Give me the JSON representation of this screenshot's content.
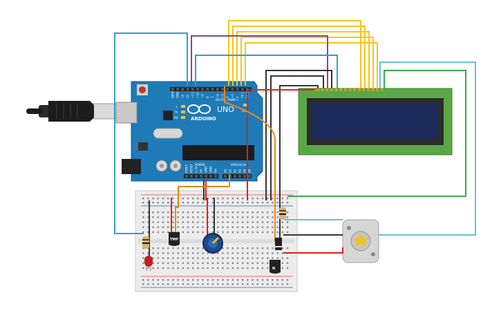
{
  "board": {
    "model": "UNO",
    "brand": "ARDUINO",
    "digital_header": "DIGITAL (PWM~)",
    "power_header": "POWER",
    "analog_header": "ANALOG IN",
    "digital_pins": [
      "AREF",
      "GND",
      "13",
      "12",
      "~11",
      "~10",
      "~9",
      "8",
      "7",
      "~6",
      "~5",
      "4",
      "~3",
      "2",
      "TX 1",
      "RX 0"
    ],
    "power_pins": [
      "IOREF",
      "RESET",
      "3.3V",
      "5V",
      "GND",
      "GND",
      "Vin"
    ],
    "analog_pins": [
      "A0",
      "A1",
      "A2",
      "A3",
      "A4",
      "A5"
    ],
    "led_labels": [
      "L",
      "TX",
      "RX"
    ],
    "on_label": "ON"
  },
  "components": {
    "temp_sensor_label": "TMP",
    "transistor_label": "N"
  },
  "colors": {
    "board": "#1f7ab8",
    "breadboard": "#ececec",
    "lcd_pcb": "#5aa845",
    "lcd_screen": "#1a2a5a",
    "wire_yellow": "#f5c518",
    "wire_purple": "#7a4a9a",
    "wire_blue": "#3a9acc",
    "wire_black": "#333333",
    "wire_red": "#e02020",
    "wire_orange": "#e8881a",
    "wire_green": "#3aa84a",
    "wire_cyan": "#6cc0d0"
  }
}
